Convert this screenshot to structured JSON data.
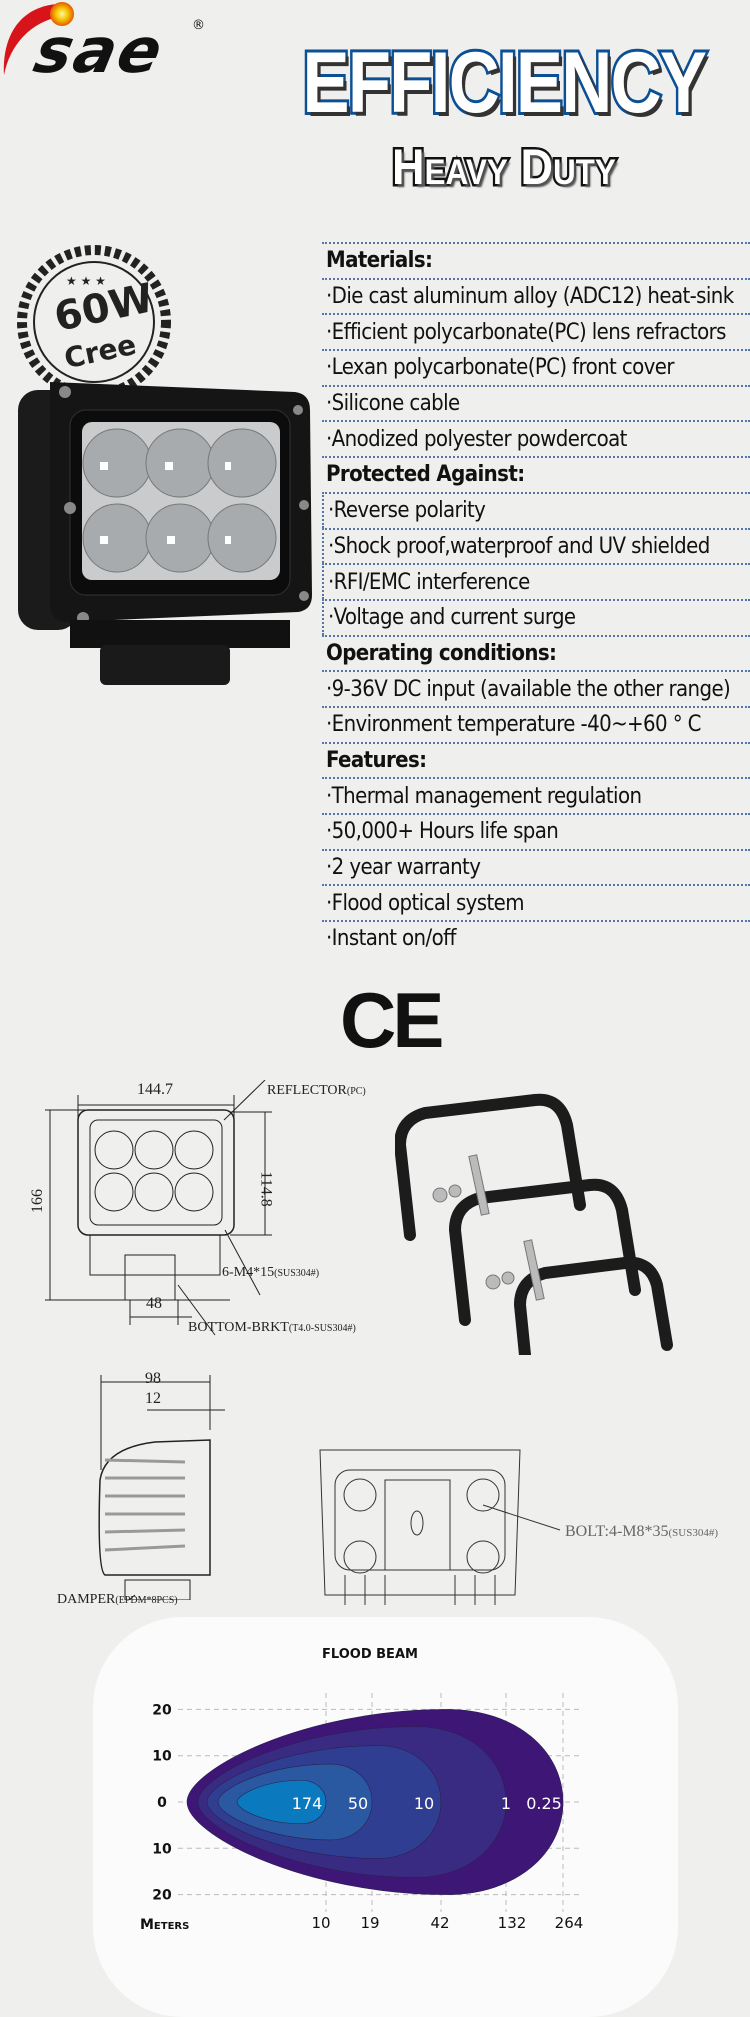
{
  "brand": {
    "logo_text": "sae",
    "registered_mark": "®",
    "accent_color": "#d7141a"
  },
  "titles": {
    "main": "EFFICIENCY",
    "sub": "Heavy Duty",
    "main_outline_color": "#0b4f96"
  },
  "badge": {
    "power": "60W",
    "brand": "Cree"
  },
  "specs": [
    {
      "text": "Materials:",
      "head": true
    },
    {
      "text": "·Die cast aluminum alloy (ADC12) heat-sink"
    },
    {
      "text": "·Efficient polycarbonate(PC) lens refractors"
    },
    {
      "text": "·Lexan polycarbonate(PC) front cover"
    },
    {
      "text": "·Silicone cable"
    },
    {
      "text": "·Anodized polyester powdercoat"
    },
    {
      "text": "Protected Against:",
      "head": true
    },
    {
      "text": "·Reverse polarity"
    },
    {
      "text": "·Shock proof,waterproof and UV shielded"
    },
    {
      "text": "·RFI/EMC interference"
    },
    {
      "text": "·Voltage and current surge"
    },
    {
      "text": "Operating conditions:",
      "head": true
    },
    {
      "text": "·9-36V DC input (available the other range)"
    },
    {
      "text": "·Environment temperature -40~+60 ° C"
    },
    {
      "text": "Features:",
      "head": true
    },
    {
      "text": "·Thermal management regulation"
    },
    {
      "text": "·50,000+ Hours life span"
    },
    {
      "text": "·2 year warranty"
    },
    {
      "text": "·Flood optical system"
    },
    {
      "text": "·Instant on/off"
    }
  ],
  "certification": "CE",
  "drawings": {
    "width": "144.7",
    "height": "166",
    "inner_height": "114.8",
    "bracket_width": "48",
    "reflector": "REFLECTOR",
    "reflector_note": "(PC)",
    "screws": "6-M4*15",
    "screws_note": "(SUS304#)",
    "bottom_bracket": "BOTTOM-BRKT",
    "bottom_bracket_note": "(T4.0-SUS304#)",
    "depth": "98",
    "lens_depth": "12",
    "damper": "DAMPER",
    "damper_note": "(EPDM*8PCS)",
    "bolt": "BOLT:4-M8*35",
    "bolt_note": "(SUS304#)"
  },
  "chart_data": {
    "type": "contour",
    "title": "FLOOD BEAM",
    "xlabel": "Meters",
    "x_ticks": [
      "10",
      "19",
      "42",
      "132",
      "264"
    ],
    "y_ticks": [
      "20",
      "10",
      "0",
      "10",
      "20"
    ],
    "ylim": [
      -20,
      20
    ],
    "grid": true,
    "levels": [
      {
        "label": "0.25",
        "reach_m": 264,
        "half_width": 20,
        "color": "#3e1676"
      },
      {
        "label": "1",
        "reach_m": 132,
        "half_width": 16.3,
        "color": "#3a2b82"
      },
      {
        "label": "10",
        "reach_m": 42,
        "half_width": 12.2,
        "color": "#303e91"
      },
      {
        "label": "50",
        "reach_m": 19,
        "half_width": 8.2,
        "color": "#2a59a2"
      },
      {
        "label": "174",
        "reach_m": 10,
        "half_width": 4.7,
        "color": "#0a79bd"
      }
    ]
  }
}
